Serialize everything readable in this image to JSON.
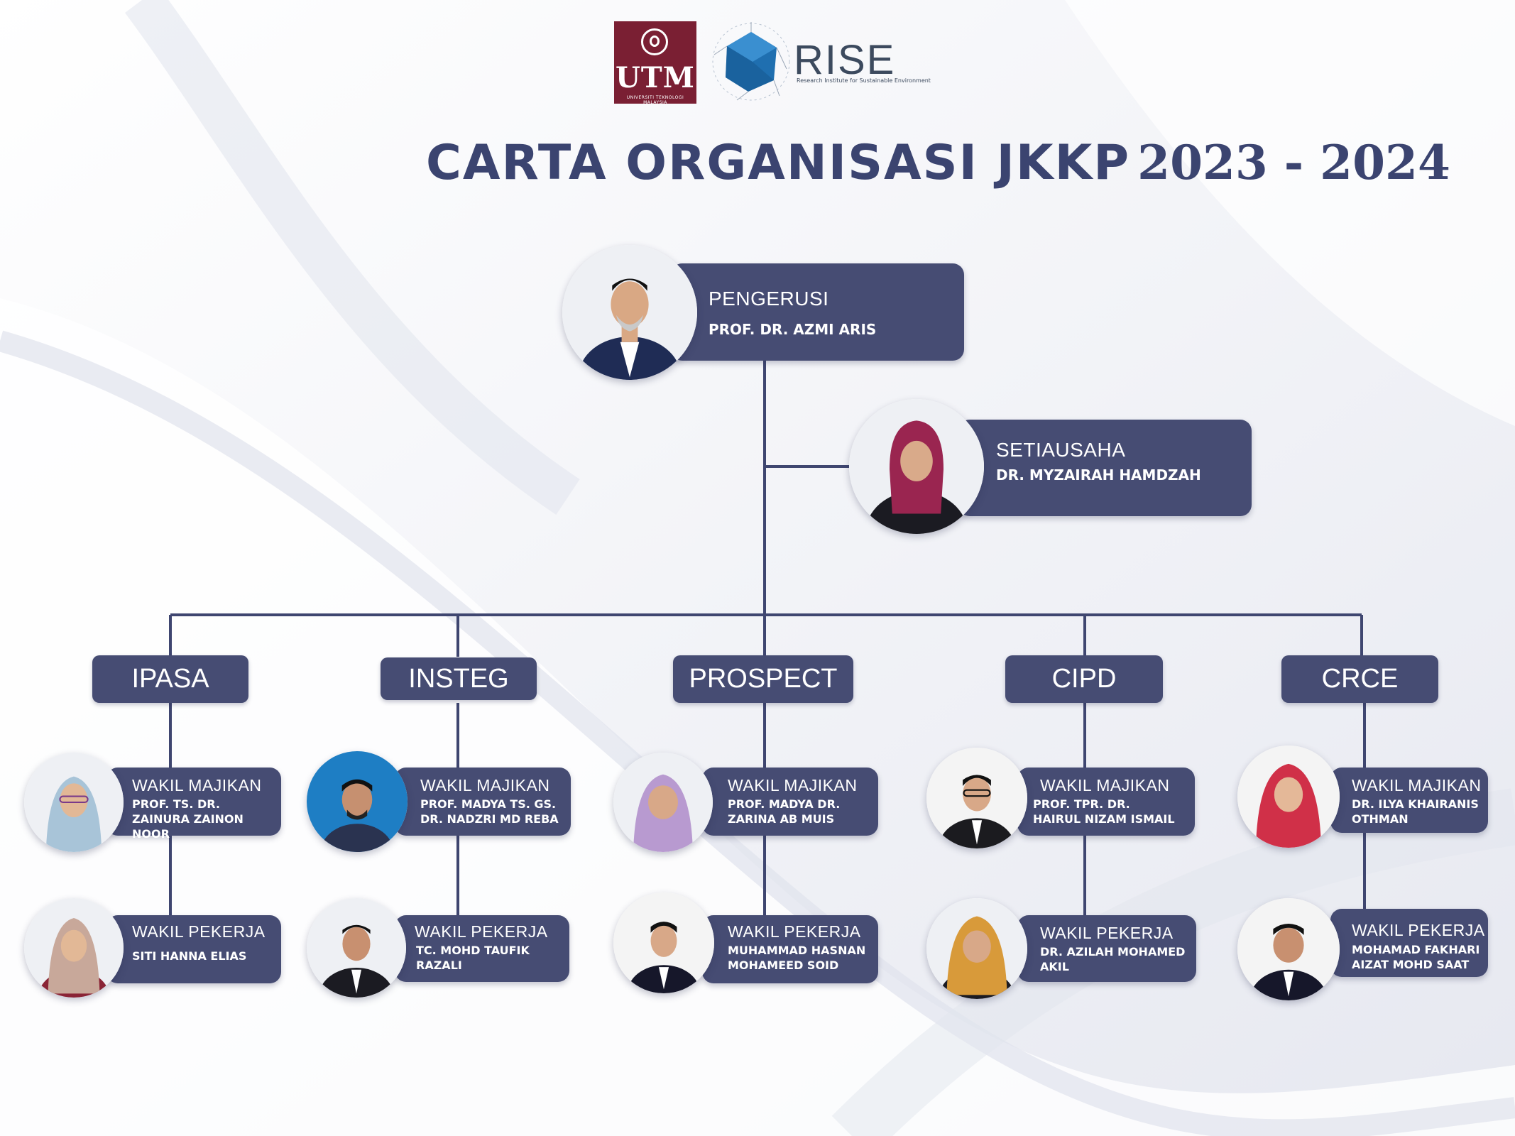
{
  "header": {
    "utm_logo_text": "UTM",
    "utm_logo_subtext": "UNIVERSITI TEKNOLOGI MALAYSIA",
    "rise_logo_text": "RISE",
    "rise_logo_subtext": "Research Institute for Sustainable Environment",
    "title_main": "CARTA ORGANISASI JKKP",
    "title_years": "2023 - 2024"
  },
  "chair": {
    "role": "PENGERUSI",
    "name": "PROF. DR. AZMI ARIS"
  },
  "secretary": {
    "role": "SETIAUSAHA",
    "name": "DR. MYZAIRAH HAMDZAH"
  },
  "units": [
    {
      "name": "IPASA",
      "employer_rep": {
        "role": "WAKIL MAJIKAN",
        "name": "PROF. TS. DR. ZAINURA ZAINON NOOR"
      },
      "employee_rep": {
        "role": "WAKIL PEKERJA",
        "name": "SITI HANNA ELIAS"
      }
    },
    {
      "name": "INSTEG",
      "employer_rep": {
        "role": "WAKIL MAJIKAN",
        "name": "PROF. MADYA TS. GS. DR. NADZRI MD REBA"
      },
      "employee_rep": {
        "role": "WAKIL PEKERJA",
        "name": "TC. MOHD TAUFIK RAZALI"
      }
    },
    {
      "name": "PROSPECT",
      "employer_rep": {
        "role": "WAKIL MAJIKAN",
        "name": "PROF. MADYA DR. ZARINA AB MUIS"
      },
      "employee_rep": {
        "role": "WAKIL PEKERJA",
        "name": "MUHAMMAD HASNAN MOHAMEED SOID"
      }
    },
    {
      "name": "CIPD",
      "employer_rep": {
        "role": "WAKIL MAJIKAN",
        "name": "PROF. TPR. DR. HAIRUL NIZAM ISMAIL"
      },
      "employee_rep": {
        "role": "WAKIL PEKERJA",
        "name": "DR. AZILAH MOHAMED AKIL"
      }
    },
    {
      "name": "CRCE",
      "employer_rep": {
        "role": "WAKIL MAJIKAN",
        "name": "DR. ILYA KHAIRANIS OTHMAN"
      },
      "employee_rep": {
        "role": "WAKIL PEKERJA",
        "name": "MOHAMAD FAKHARI AIZAT MOHD SAAT"
      }
    }
  ],
  "colors": {
    "box_fill": "#464c73",
    "connector": "#3f4670",
    "title": "#3b4470",
    "utm_maroon": "#7a1f33",
    "rise_blue": "#1f6fb0"
  }
}
